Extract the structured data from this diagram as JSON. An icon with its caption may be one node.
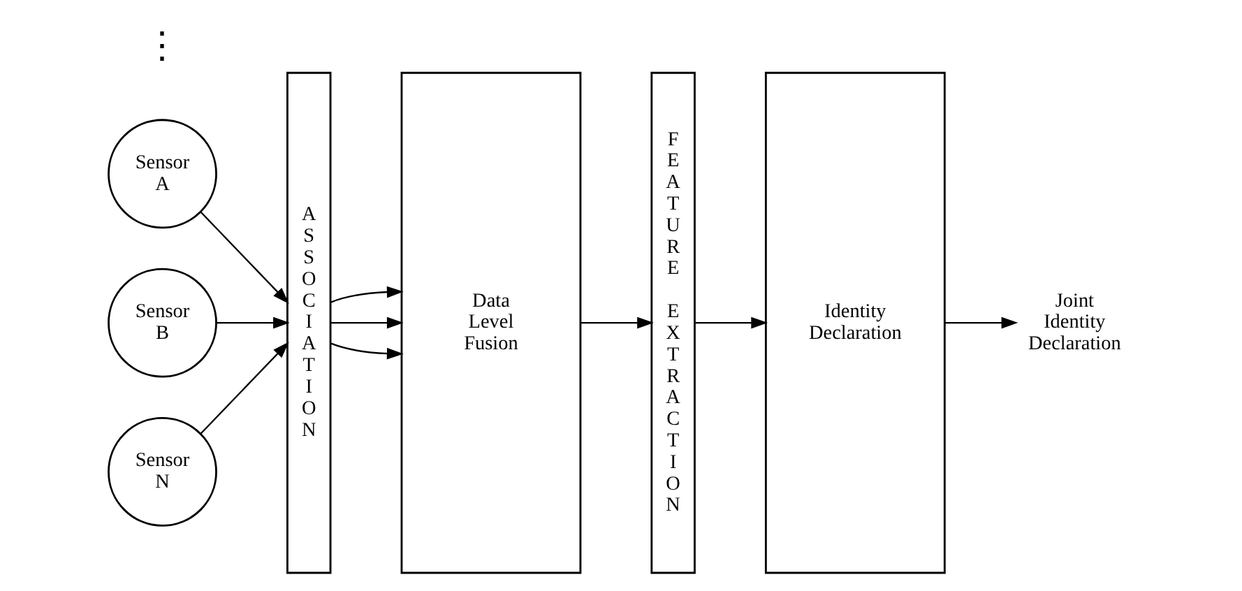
{
  "diagram": {
    "nodes": [
      {
        "text": [
          "Sensor A"
        ]
      },
      {
        "text": [
          "Sensor B"
        ]
      },
      {
        "text": [
          "Sensor N"
        ]
      },
      {
        "text": [
          "ASSOCIATION"
        ]
      },
      {
        "text": [
          "Data Level Fusion"
        ]
      },
      {
        "text": [
          "FEATURE EXTRACTION"
        ]
      },
      {
        "text": [
          "Identity Declaration"
        ]
      },
      {
        "text": [
          "Joint Identity Declaration"
        ]
      }
    ],
    "edges": [
      {
        "from": 0,
        "to": 3,
        "arrow": "to"
      },
      {
        "from": 1,
        "to": 3,
        "arrow": "to"
      },
      {
        "from": 2,
        "to": 3,
        "arrow": "to"
      },
      {
        "from": 3,
        "to": 4,
        "arrow": "to"
      },
      {
        "from": 3,
        "to": 4,
        "arrow": "to"
      },
      {
        "from": 3,
        "to": 4,
        "arrow": "to"
      },
      {
        "from": 4,
        "to": 5,
        "arrow": "to"
      },
      {
        "from": 5,
        "to": 6,
        "arrow": "to"
      },
      {
        "from": 6,
        "to": 7,
        "arrow": "to"
      }
    ],
    "labels": [
      "⋮"
    ]
  }
}
